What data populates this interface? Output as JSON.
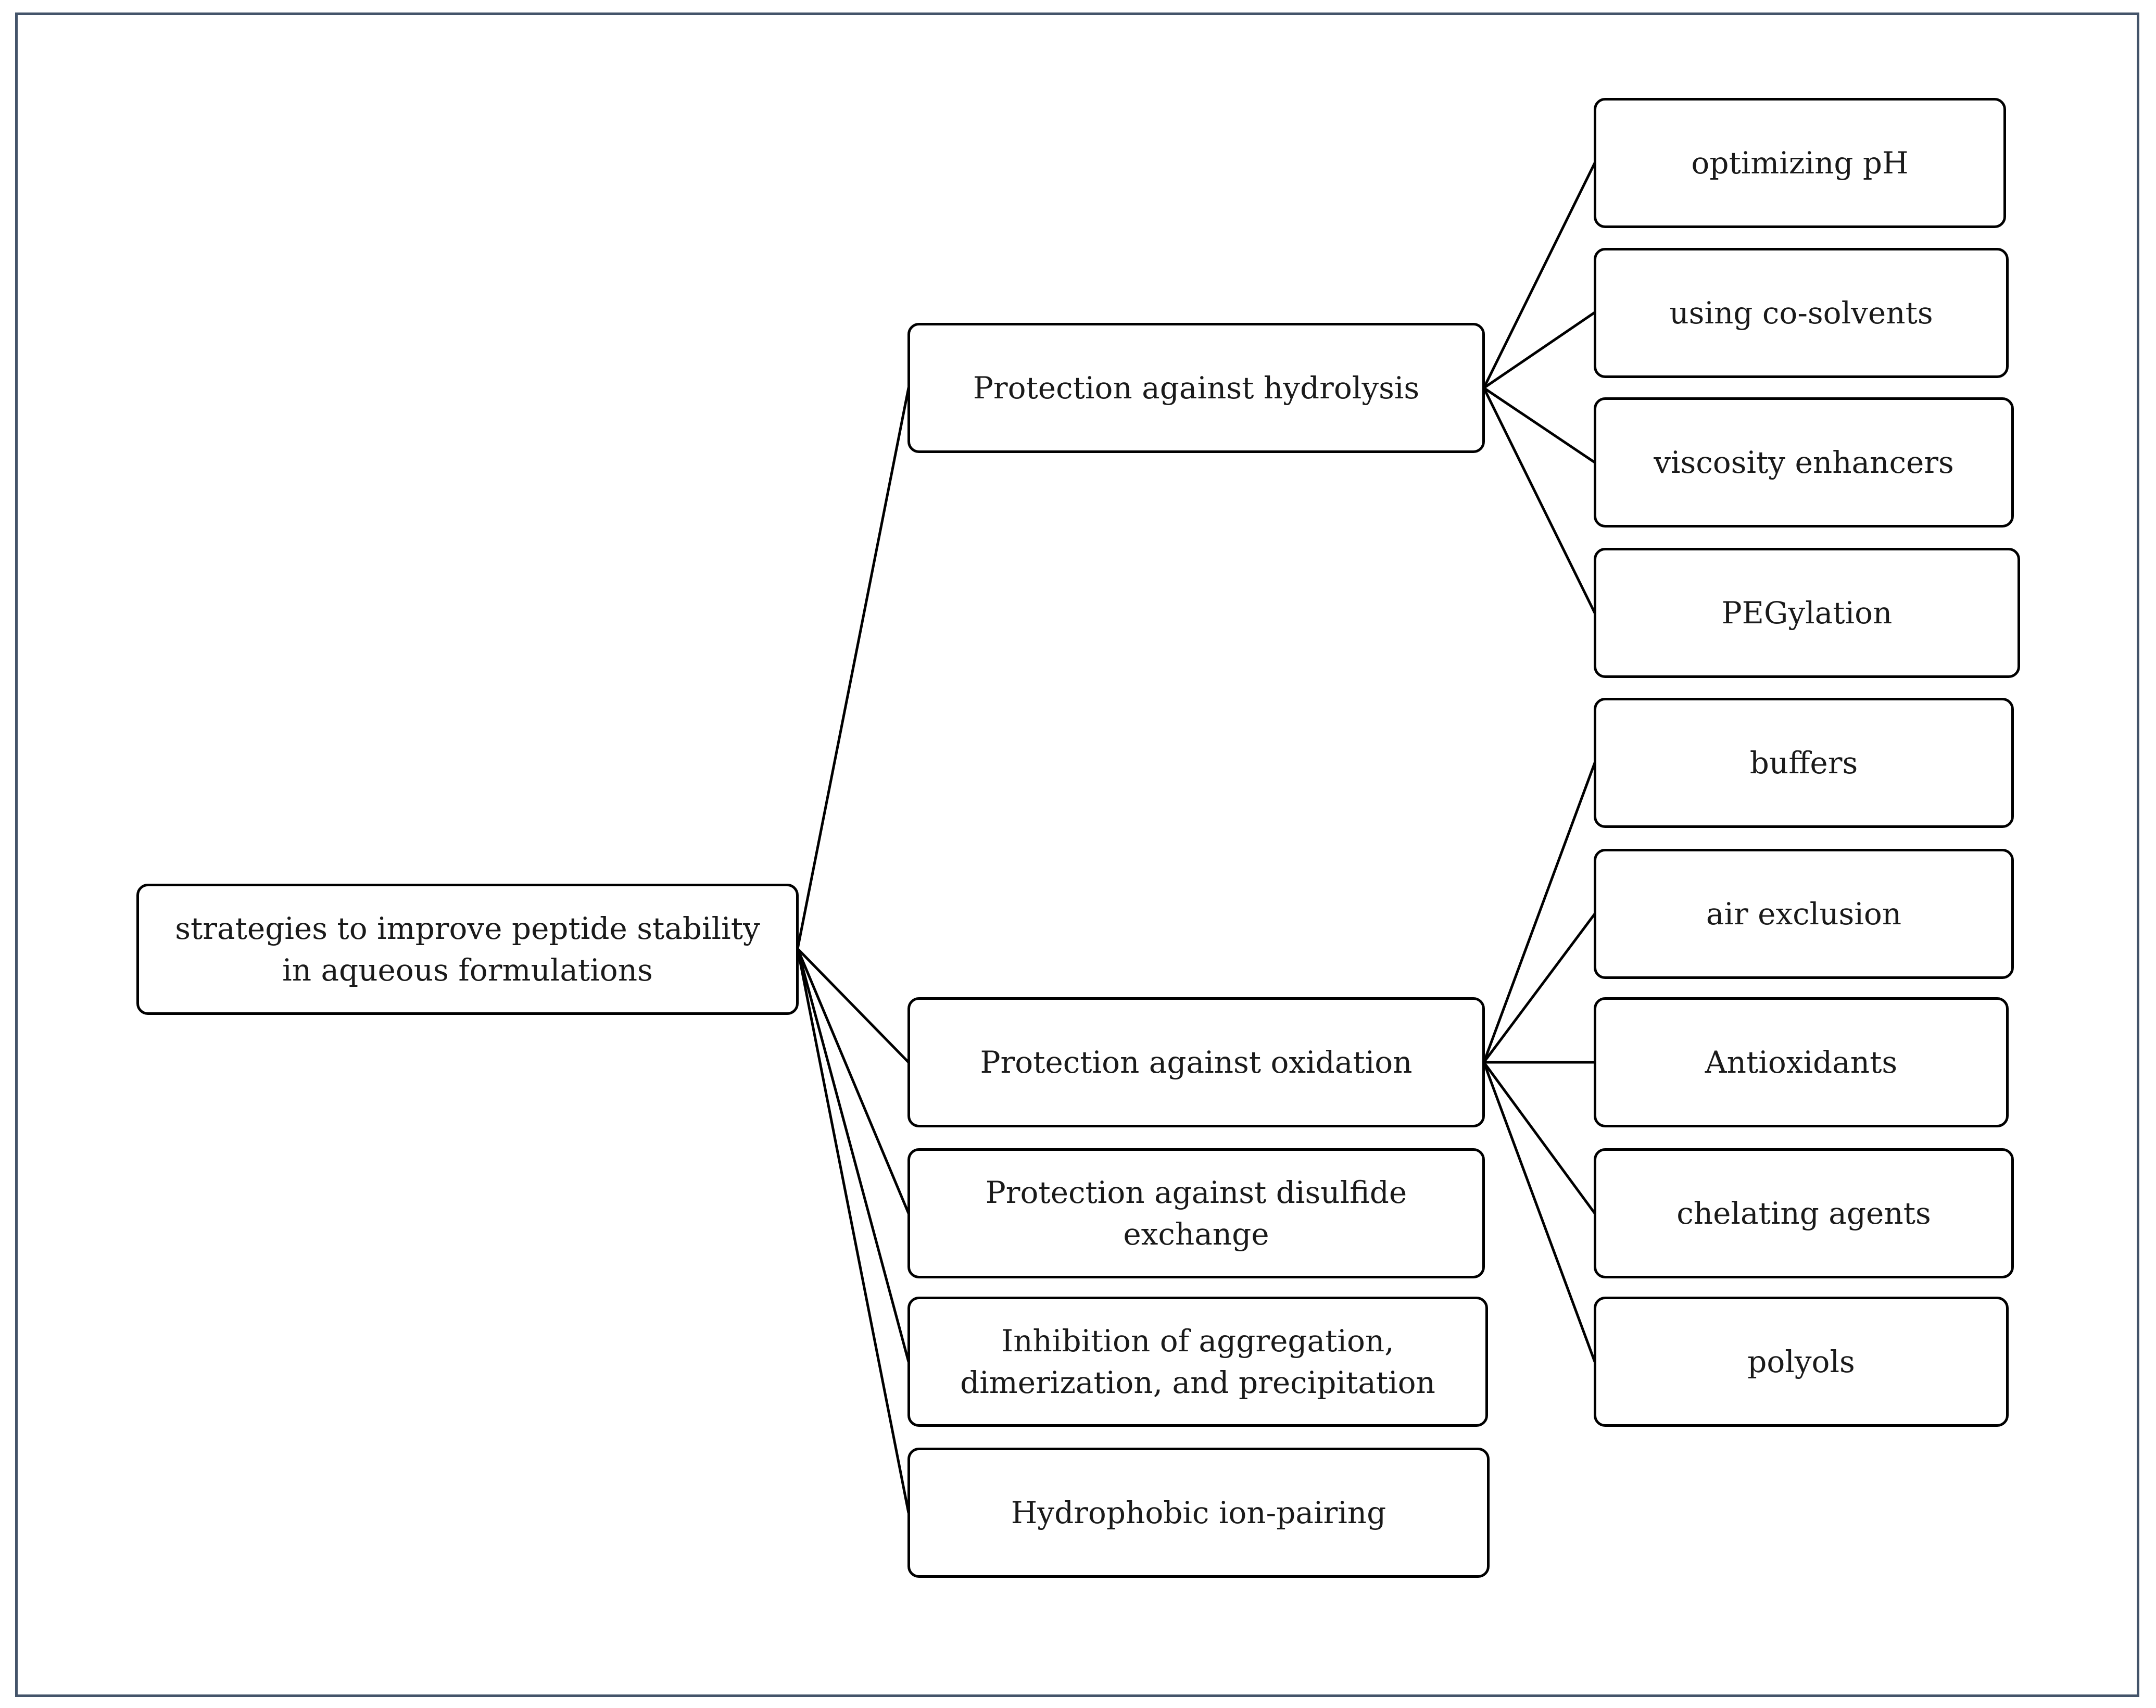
{
  "root": {
    "label": "strategies to improve peptide stability\nin aqueous formulations"
  },
  "branches": [
    {
      "label": "Protection against hydrolysis",
      "children": [
        "optimizing pH",
        "using co-solvents",
        "viscosity enhancers",
        "PEGylation"
      ]
    },
    {
      "label": "Protection against oxidation",
      "children": [
        "buffers",
        "air exclusion",
        "Antioxidants",
        "chelating agents",
        "polyols"
      ]
    },
    {
      "label": "Protection against disulfide\nexchange",
      "children": []
    },
    {
      "label": "Inhibition of aggregation,\ndimerization, and precipitation",
      "children": []
    },
    {
      "label": "Hydrophobic ion-pairing",
      "children": []
    }
  ],
  "colors": {
    "frame_border": "#44546a",
    "node_border": "#000000",
    "connector": "#000000",
    "text": "#1a1a1a"
  }
}
